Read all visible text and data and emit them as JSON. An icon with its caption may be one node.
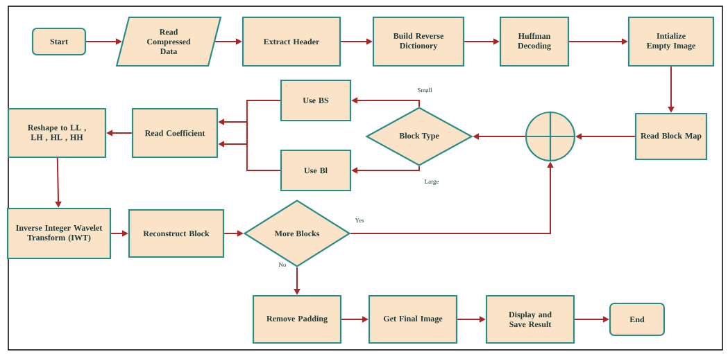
{
  "diagram": {
    "nodes": [
      {
        "text": [
          "Start"
        ]
      },
      {
        "text": [
          "Read Compressed Data"
        ]
      },
      {
        "text": [
          "Extract Header"
        ]
      },
      {
        "text": [
          "Build Reverse Dictionory"
        ]
      },
      {
        "text": [
          "Huffman Decoding"
        ]
      },
      {
        "text": [
          "Intialize Empty Image"
        ]
      },
      {
        "text": [
          "Read Block Map"
        ]
      },
      {
        "text": [],
        "shape": "circle"
      },
      {
        "text": [
          "Block Type"
        ]
      },
      {
        "text": [
          "Use BS"
        ]
      },
      {
        "text": [
          "Use Bl"
        ]
      },
      {
        "text": [
          "Read Coefficient"
        ]
      },
      {
        "text": [
          "Reshape to LL , LH , HL , HH"
        ]
      },
      {
        "text": [
          "Inverse Integer Wavelet Transform (IWT)"
        ]
      },
      {
        "text": [
          "Reconstruct Block"
        ]
      },
      {
        "text": [
          "More Blocks"
        ]
      },
      {
        "text": [
          "Remove Padding"
        ]
      },
      {
        "text": [
          "Get Final Image"
        ]
      },
      {
        "text": [
          "Display and Save Result"
        ]
      },
      {
        "text": [
          "End"
        ]
      }
    ],
    "edges": [
      {
        "from": 0,
        "to": 1,
        "arrow": "to"
      },
      {
        "from": 1,
        "to": 2,
        "arrow": "to"
      },
      {
        "from": 2,
        "to": 3,
        "arrow": "to"
      },
      {
        "from": 3,
        "to": 4,
        "arrow": "to"
      },
      {
        "from": 4,
        "to": 5,
        "arrow": "to"
      },
      {
        "from": 5,
        "to": 6,
        "arrow": "to"
      },
      {
        "from": 6,
        "to": 7,
        "arrow": "to"
      },
      {
        "from": 7,
        "to": 8,
        "arrow": "to"
      },
      {
        "from": 8,
        "to": 9,
        "label": "Small",
        "arrow": "to"
      },
      {
        "from": 8,
        "to": 10,
        "label": "Large",
        "arrow": "to"
      },
      {
        "from": 9,
        "to": 11,
        "arrow": "to"
      },
      {
        "from": 10,
        "to": 11,
        "arrow": "to"
      },
      {
        "from": 11,
        "to": 12,
        "arrow": "to"
      },
      {
        "from": 12,
        "to": 13,
        "arrow": "to"
      },
      {
        "from": 13,
        "to": 14,
        "arrow": "to"
      },
      {
        "from": 14,
        "to": 15,
        "arrow": "to"
      },
      {
        "from": 15,
        "to": 7,
        "label": "Yes",
        "arrow": "to"
      },
      {
        "from": 15,
        "to": 16,
        "label": "No",
        "arrow": "to"
      },
      {
        "from": 16,
        "to": 17,
        "arrow": "to"
      },
      {
        "from": 17,
        "to": 18,
        "arrow": "to"
      },
      {
        "from": 18,
        "to": 19,
        "arrow": "to"
      }
    ]
  }
}
